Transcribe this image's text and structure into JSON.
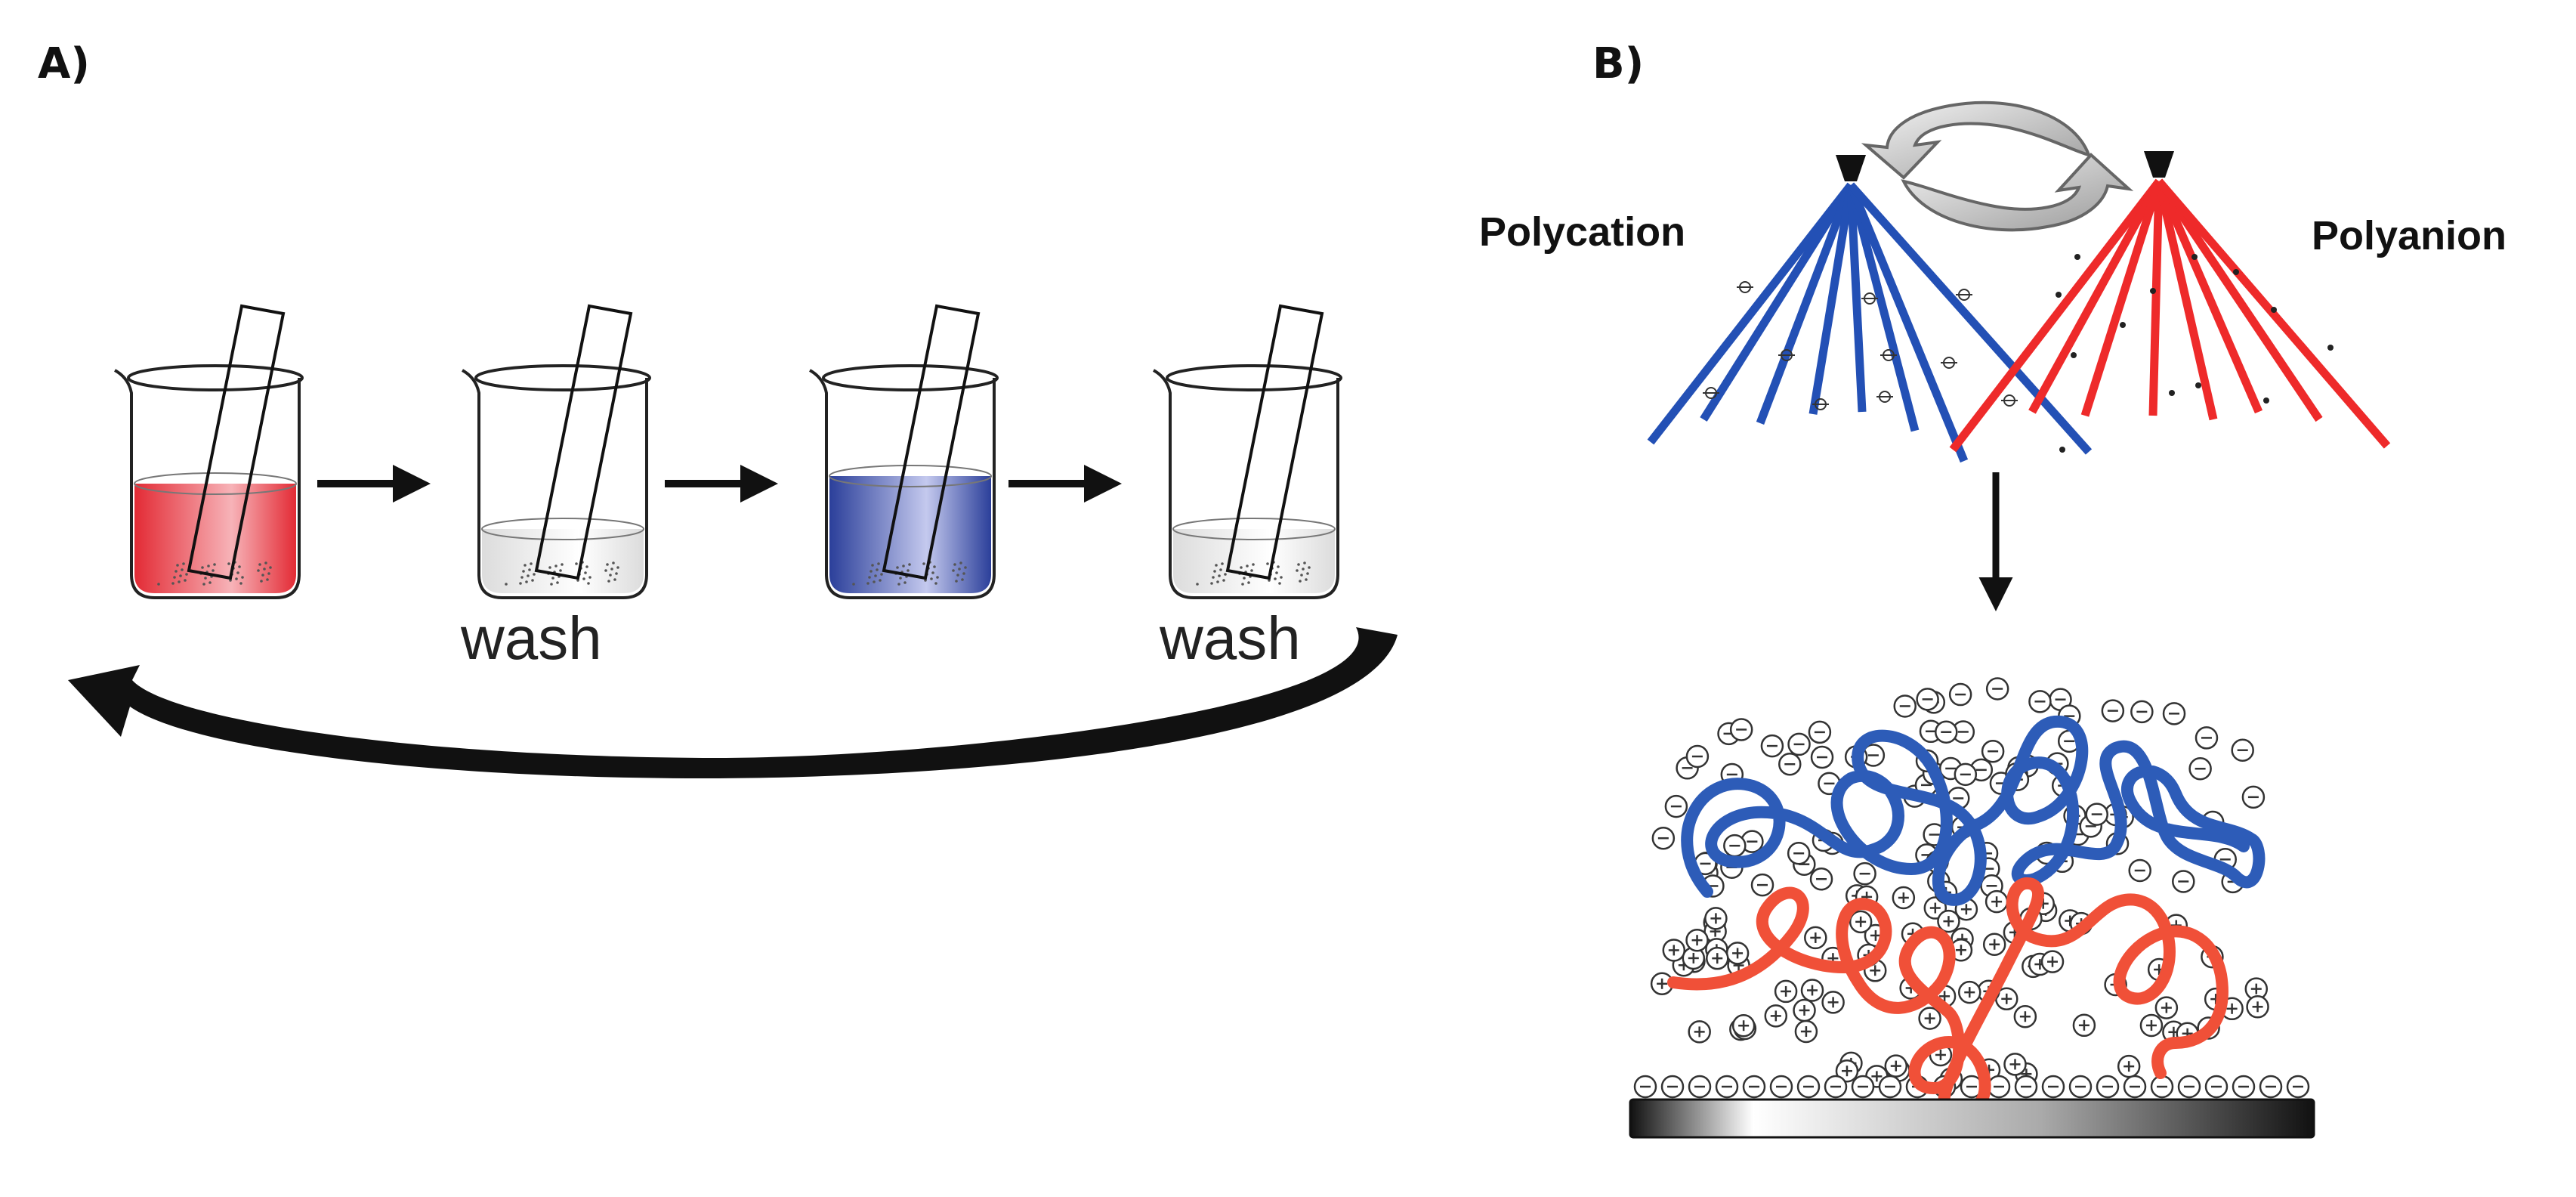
{
  "panel_a": {
    "label": "A)",
    "wash_label_1": "wash",
    "wash_label_2": "wash",
    "beakers": [
      {
        "liquid": "#e32b35"
      },
      {
        "liquid": "#f2f2f2"
      },
      {
        "liquid": "#2b3f9a"
      },
      {
        "liquid": "#f2f2f2"
      }
    ]
  },
  "panel_b": {
    "label": "B)",
    "polycation_label": "Polycation",
    "polyanion_label": "Polyanion",
    "polycation_color": "#2350b5",
    "polyanion_color": "#ee2a2a",
    "chain_blue": "#2d5cb8",
    "chain_red": "#f05038"
  }
}
